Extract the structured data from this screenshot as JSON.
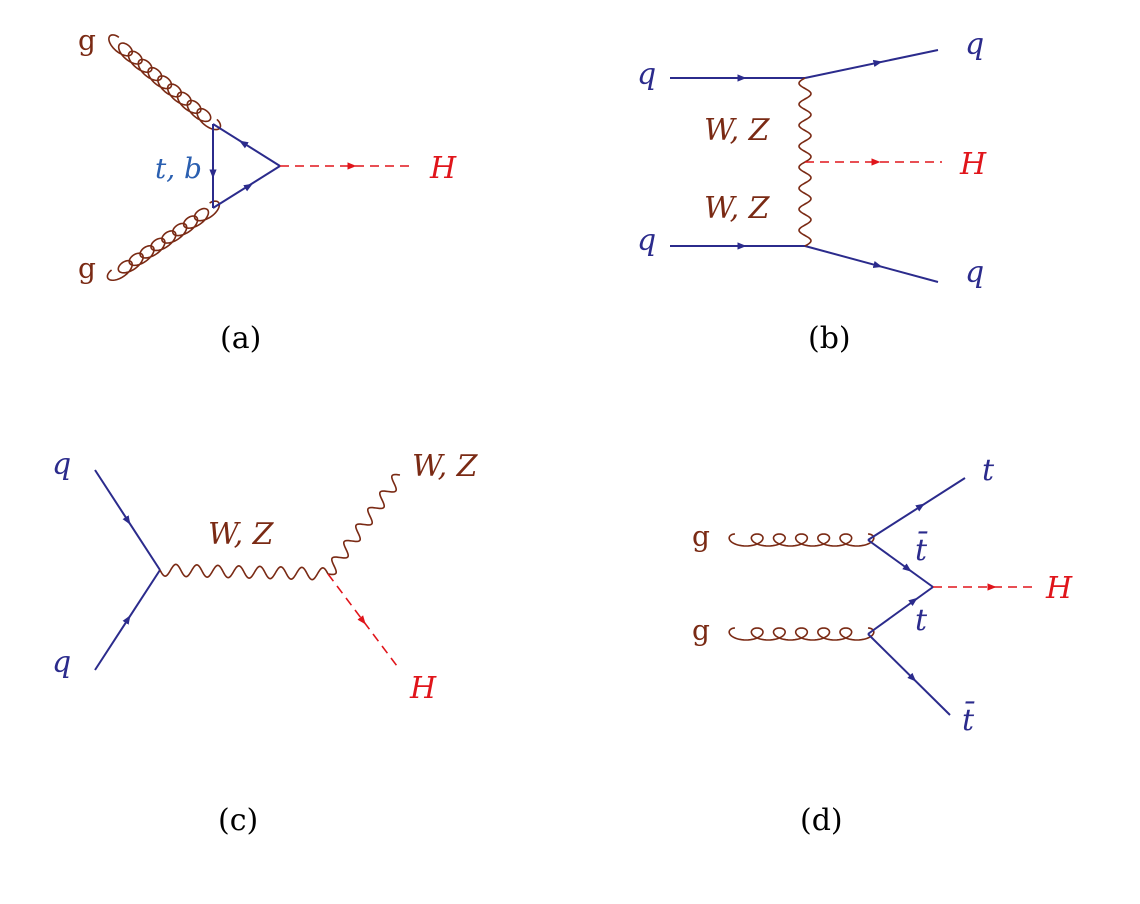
{
  "colors": {
    "quark": "#2b2b8c",
    "gluon": "#7a2a14",
    "boson": "#7a2a14",
    "higgs": "#e0151b",
    "loop_label": "#2a5fb0"
  },
  "panels": {
    "a": {
      "caption": "(a)",
      "gluon_top_label": "g",
      "gluon_bottom_label": "g",
      "loop_label": "t, b",
      "higgs_label": "H"
    },
    "b": {
      "caption": "(b)",
      "quark_in_top_label": "q",
      "quark_in_bottom_label": "q",
      "quark_out_top_label": "q",
      "quark_out_bottom_label": "q",
      "boson_top_label": "W, Z",
      "boson_bottom_label": "W, Z",
      "higgs_label": "H"
    },
    "c": {
      "caption": "(c)",
      "quark_top_label": "q",
      "quark_bottom_label": "q",
      "propagator_label": "W, Z",
      "boson_out_label": "W, Z",
      "higgs_label": "H"
    },
    "d": {
      "caption": "(d)",
      "gluon_top_label": "g",
      "gluon_bottom_label": "g",
      "top_out_label": "t",
      "tbar_inner_label": "t̄",
      "t_inner_label": "t",
      "tbar_out_label": "t̄",
      "higgs_label": "H"
    }
  }
}
